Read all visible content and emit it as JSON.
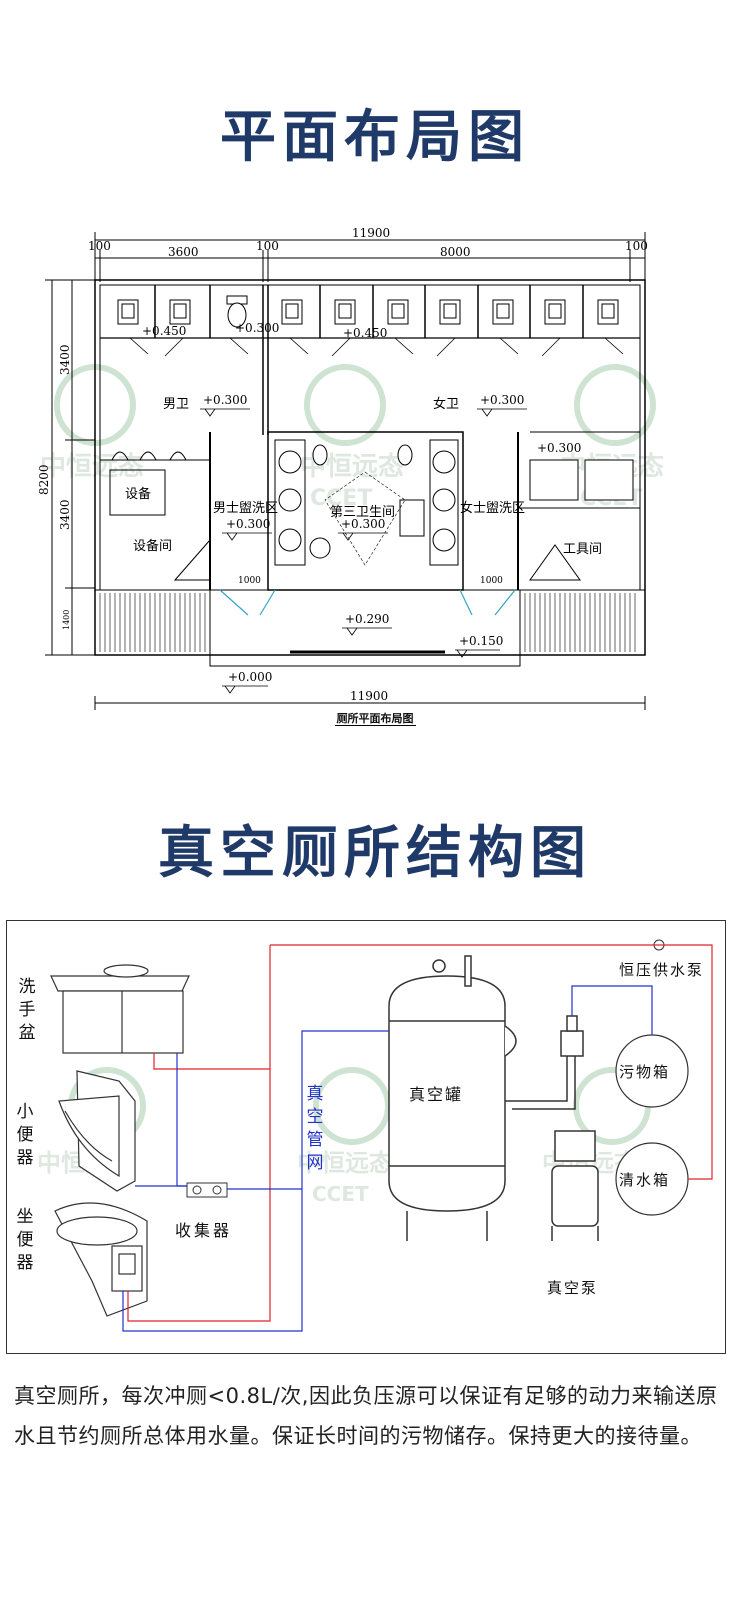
{
  "headings": {
    "layout": "平面布局图",
    "structure": "真空厕所结构图"
  },
  "floor_plan": {
    "dims_top": {
      "total": "11900",
      "left_gap": "100",
      "left_room": "3600",
      "mid_gap": "100",
      "right_room": "8000",
      "right_gap": "100"
    },
    "dims_left": {
      "total": "8200",
      "upper": "3400",
      "middle": "3400",
      "lower": "1400"
    },
    "dim_bottom": "11900",
    "rooms": {
      "male": "男卫",
      "female": "女卫",
      "equipment_box": "设备",
      "equipment_room": "设备间",
      "male_wash": "男士盥洗区",
      "third_wash": "第三卫生间",
      "female_wash": "女士盥洗区",
      "tool_room": "工具间"
    },
    "elevations": {
      "e450a": "+0.450",
      "e300a": "+0.300",
      "e450b": "+0.450",
      "male": "+0.300",
      "female": "+0.300",
      "male_wash": "+0.300",
      "third": "+0.300",
      "right_block": "+0.300",
      "corridor": "+0.290",
      "entry": "+0.150",
      "ground": "+0.000"
    },
    "door_widths": {
      "left": "1000",
      "right": "1000"
    },
    "caption": "厕所平面布局图"
  },
  "structure": {
    "basin": "洗手盆",
    "urinal": "小便器",
    "toilet": "坐便器",
    "collector": "收集器",
    "vacuum_net": "真空管网",
    "vacuum_tank": "真空罐",
    "supply_pump": "恒压供水泵",
    "sewage_tank": "污物箱",
    "clean_tank": "清水箱",
    "vacuum_pump": "真空泵"
  },
  "watermark": {
    "cn": "中恒远态",
    "en": "CCET"
  },
  "description": "真空厕所，每次冲厕<0.8L/次,因此负压源可以保证有足够的动力来输送原水且节约厕所总体用水量。保证长时间的污物储存。保持更大的接待量。",
  "colors": {
    "heading": "#1f3a68",
    "supply_line": "#e0232a",
    "vacuum_line": "#2233cc",
    "door_swing": "#33a4c8"
  }
}
